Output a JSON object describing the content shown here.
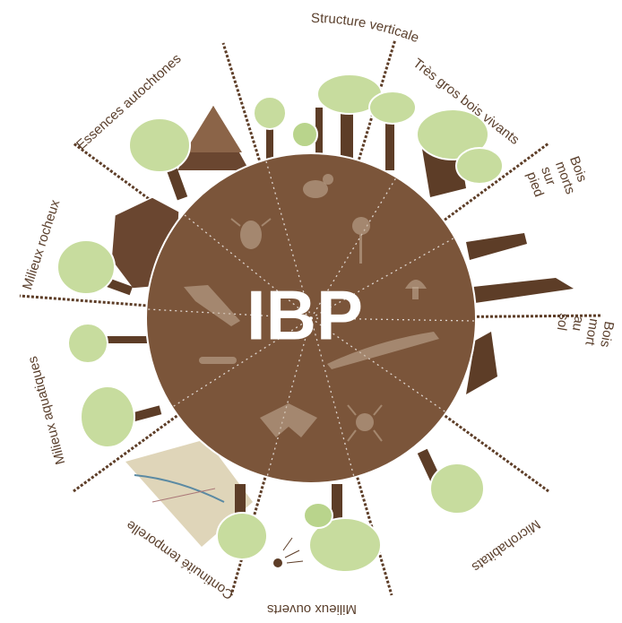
{
  "diagram": {
    "center_label": "IBP",
    "segments": [
      "Structure verticale",
      "Très gros bois vivants",
      "Bois morts sur pied",
      "Bois mort au sol",
      "Microhabitats",
      "Milieux ouverts",
      "Continuité temporelle",
      "Milieux aquatiques",
      "Milieux rocheux",
      "Essences autochtones"
    ],
    "colors": {
      "earth": "#7b553a",
      "trunk": "#5d3d27",
      "foliage": "#c7dc9e",
      "label": "#5a3f2c",
      "silhouette": "#c7b09a"
    },
    "icons": [
      "squirrel-icon",
      "beetle-icon",
      "flower-icon",
      "woodpecker-icon",
      "mushroom-icon",
      "lizard-icon",
      "caterpillar-icon",
      "bat-icon",
      "spider-icon",
      "map-icon",
      "sun-icon",
      "rock-icon"
    ]
  }
}
